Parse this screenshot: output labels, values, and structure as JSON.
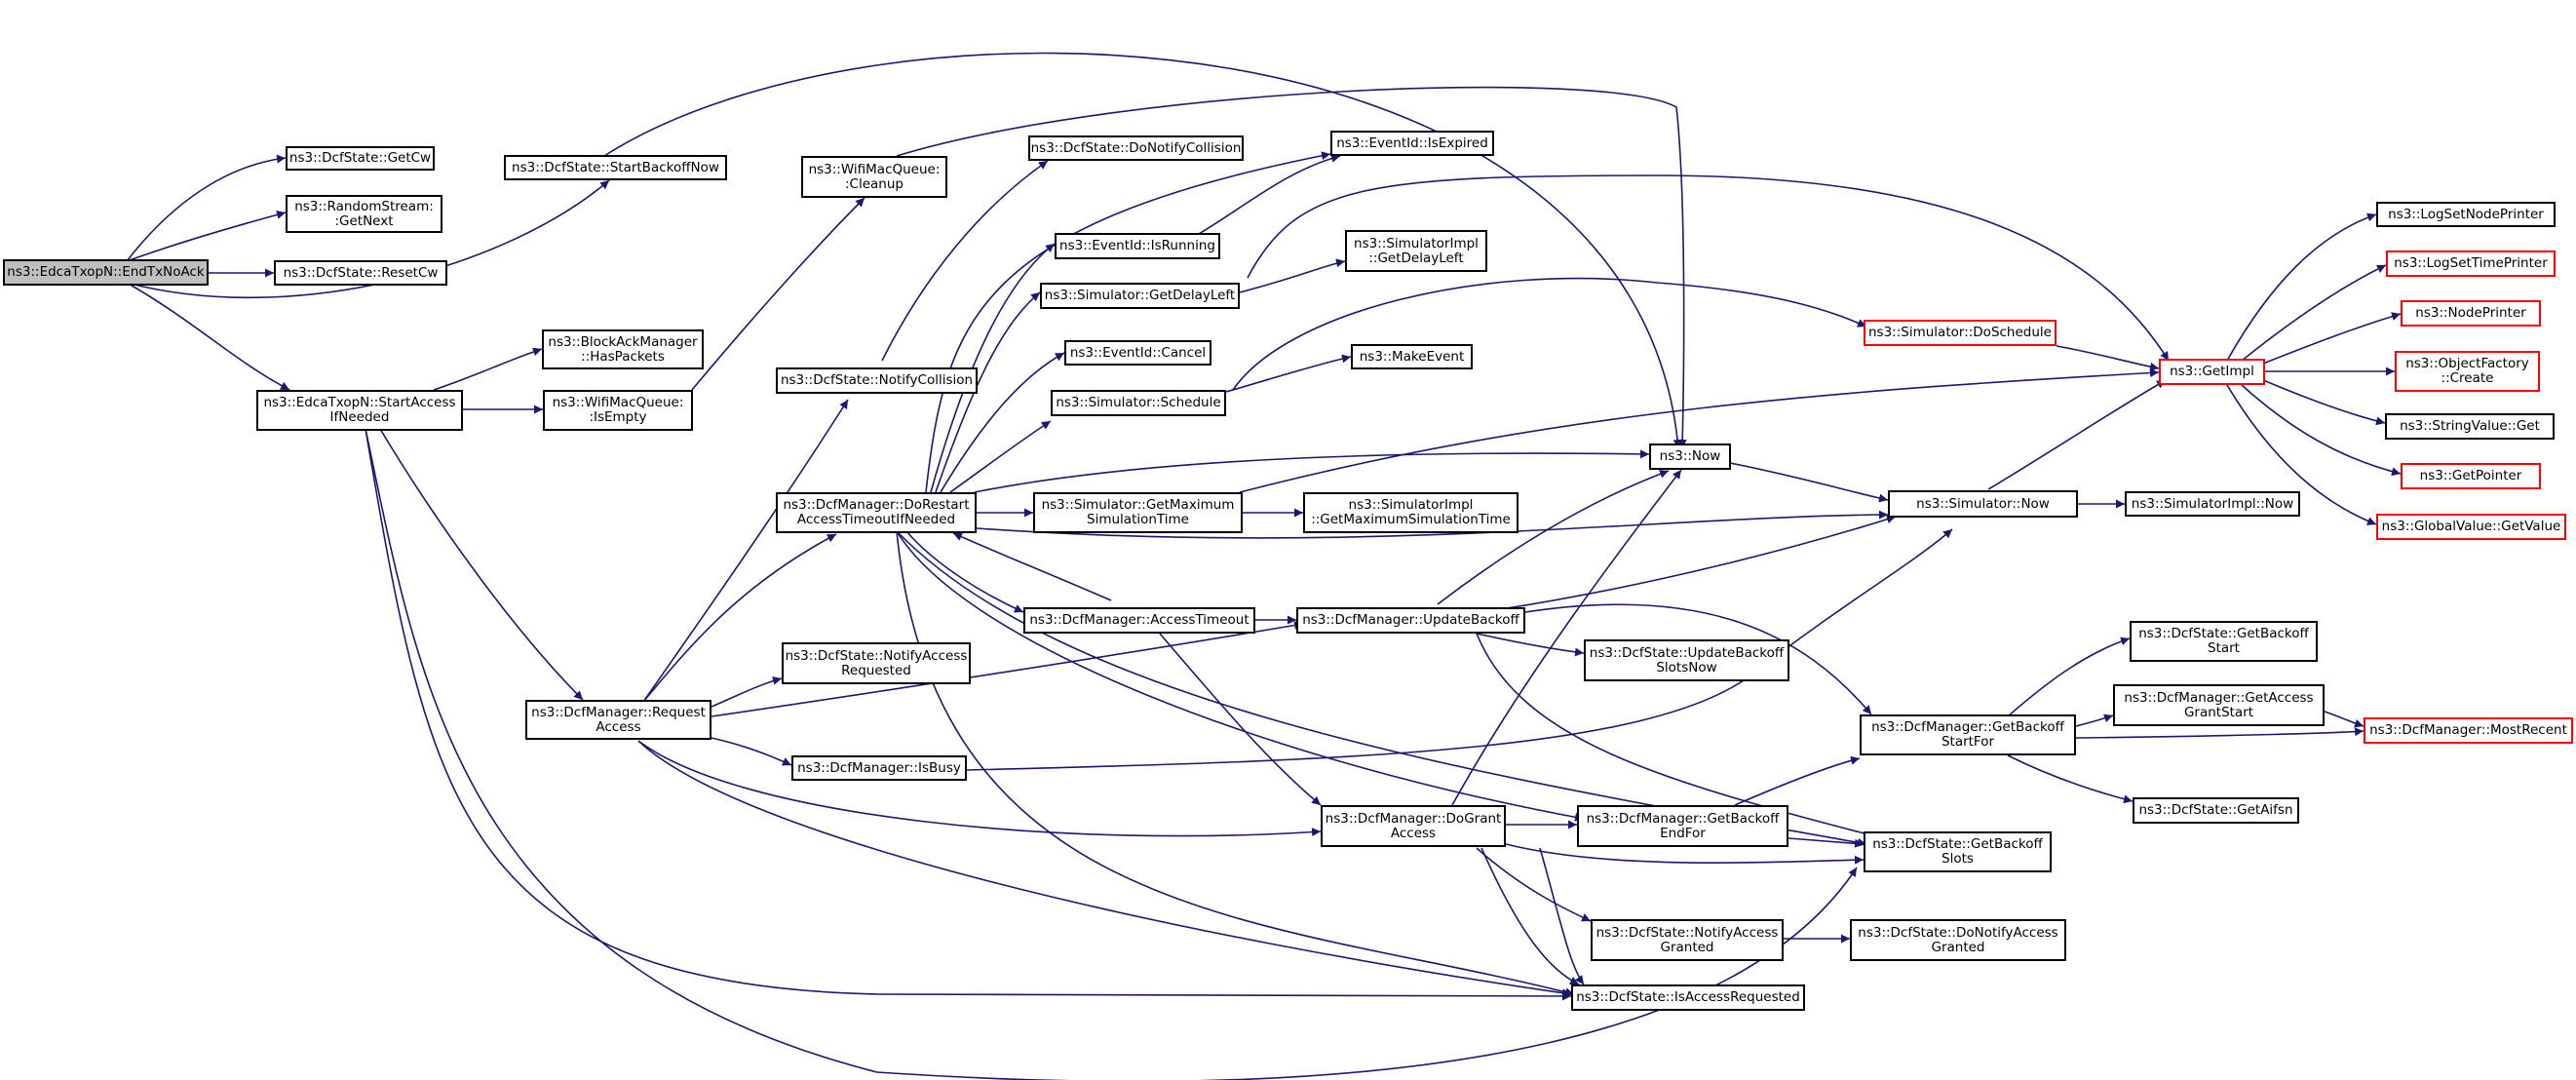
{
  "nodes": {
    "n_endtx": "ns3::EdcaTxopN::EndTxNoAck",
    "n_getcw": "ns3::DcfState::GetCw",
    "n_randomstream": "ns3::RandomStream:\n:GetNext",
    "n_resetcw": "ns3::DcfState::ResetCw",
    "n_startaccess": "ns3::EdcaTxopN::StartAccess\nIfNeeded",
    "n_startbackoffnow": "ns3::DcfState::StartBackoffNow",
    "n_haspackets": "ns3::BlockAckManager\n::HasPackets",
    "n_isempty": "ns3::WifiMacQueue:\n:IsEmpty",
    "n_requestaccess": "ns3::DcfManager::Request\nAccess",
    "n_cleanup": "ns3::WifiMacQueue:\n:Cleanup",
    "n_notifycollision": "ns3::DcfState::NotifyCollision",
    "n_donotifycollision": "ns3::DcfState::DoNotifyCollision",
    "n_dorestart": "ns3::DcfManager::DoRestart\nAccessTimeoutIfNeeded",
    "n_notifyaccessreq": "ns3::DcfState::NotifyAccess\nRequested",
    "n_isbusy": "ns3::DcfManager::IsBusy",
    "n_isexpired": "ns3::EventId::IsExpired",
    "n_isrunning": "ns3::EventId::IsRunning",
    "n_getdelayleft": "ns3::Simulator::GetDelayLeft",
    "n_implgetdelayleft": "ns3::SimulatorImpl\n::GetDelayLeft",
    "n_cancel": "ns3::EventId::Cancel",
    "n_schedule": "ns3::Simulator::Schedule",
    "n_makeevent": "ns3::MakeEvent",
    "n_getmaxsim": "ns3::Simulator::GetMaximum\nSimulationTime",
    "n_implgetmaxsim": "ns3::SimulatorImpl\n::GetMaximumSimulationTime",
    "n_accesstimeout": "ns3::DcfManager::AccessTimeout",
    "n_updatebackoff": "ns3::DcfManager::UpdateBackoff",
    "n_updatebackoffslots": "ns3::DcfState::UpdateBackoff\nSlotsNow",
    "n_dogrant": "ns3::DcfManager::DoGrant\nAccess",
    "n_getbackoffendfor": "ns3::DcfManager::GetBackoff\nEndFor",
    "n_getbackoffslots": "ns3::DcfState::GetBackoff\nSlots",
    "n_notifyaccessgranted": "ns3::DcfState::NotifyAccess\nGranted",
    "n_donotifyaccessgranted": "ns3::DcfState::DoNotifyAccess\nGranted",
    "n_isaccessreq": "ns3::DcfState::IsAccessRequested",
    "n_now": "ns3::Now",
    "n_simnow": "ns3::Simulator::Now",
    "n_implnow": "ns3::SimulatorImpl::Now",
    "n_doschedule": "ns3::Simulator::DoSchedule",
    "n_getimpl": "ns3::GetImpl",
    "n_getbackoffstartfor": "ns3::DcfManager::GetBackoff\nStartFor",
    "n_getbackoffstart": "ns3::DcfState::GetBackoff\nStart",
    "n_getaccessgrantstart": "ns3::DcfManager::GetAccess\nGrantStart",
    "n_mostrecent": "ns3::DcfManager::MostRecent",
    "n_getaifsn": "ns3::DcfState::GetAifsn",
    "n_lognodeprinter": "ns3::LogSetNodePrinter",
    "n_logtimeprinter": "ns3::LogSetTimePrinter",
    "n_nodeprinter": "ns3::NodePrinter",
    "n_objectfactory": "ns3::ObjectFactory\n::Create",
    "n_stringvalue": "ns3::StringValue::Get",
    "n_getpointer": "ns3::GetPointer",
    "n_globalvalue": "ns3::GlobalValue::GetValue"
  },
  "colors": {
    "edge": "#191970",
    "node_border": "#000000",
    "truncated_border": "#ff0000",
    "root_fill": "#bfbfbf"
  }
}
